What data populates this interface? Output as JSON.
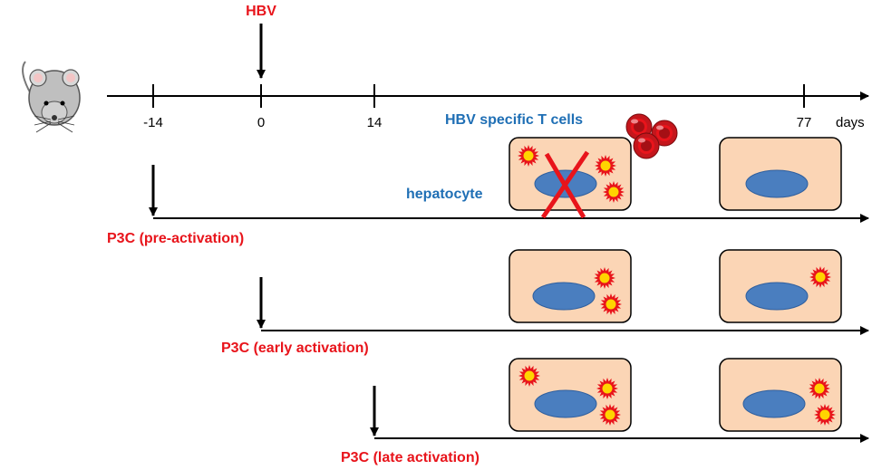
{
  "infection_label": "HBV",
  "timeline": {
    "ticks": [
      "-14",
      "0",
      "14",
      "77"
    ],
    "unit_label": "days"
  },
  "tcell_label": "HBV specific T cells",
  "hepatocyte_label": "hepatocyte",
  "treatments": [
    {
      "label": "P3C (pre-activation)"
    },
    {
      "label": "P3C (early activation)"
    },
    {
      "label": "P3C (late activation)"
    }
  ],
  "colors": {
    "accent_red": "#e8141b",
    "label_blue": "#1f6fb5",
    "cell_fill": "#fbd5b5",
    "nucleus": "#4a7ebf",
    "virus_core": "#ffd400"
  },
  "icons": {
    "mouse": "mouse-icon",
    "virus": "virus-particle-icon",
    "tcell": "t-cell-icon",
    "kill": "cross-mark-icon"
  }
}
